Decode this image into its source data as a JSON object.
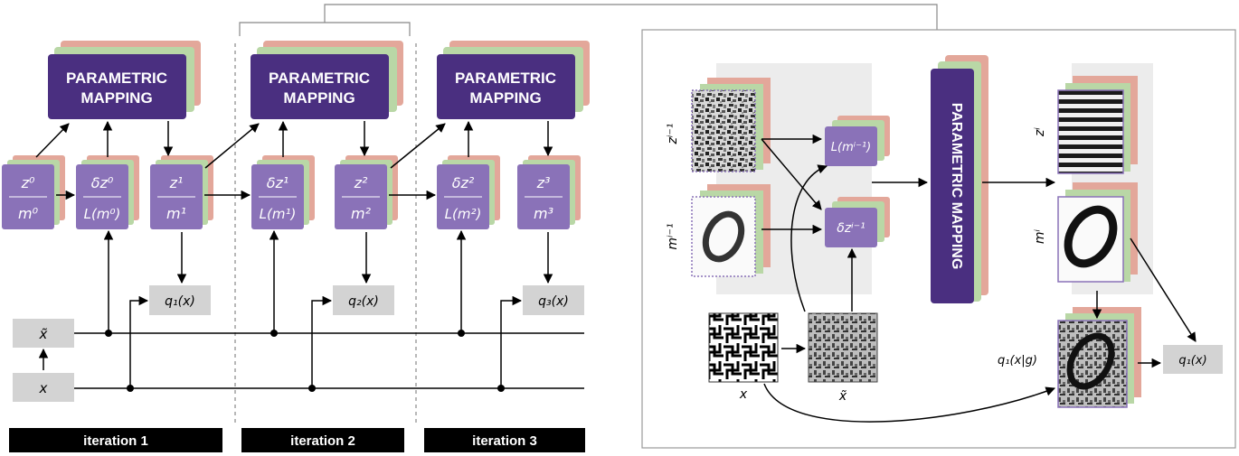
{
  "colors": {
    "purple_dark": "#4a2f80",
    "purple_light": "#8a72b8",
    "green_layer": "#b9d7a6",
    "red_layer": "#e3a79a",
    "gray_box": "#d3d3d3",
    "black_bar": "#000000",
    "panel_border": "#999999",
    "panel_bg": "#ececec"
  },
  "left": {
    "mapping_label_1": "PARAMETRIC",
    "mapping_label_2": "MAPPING",
    "cards": {
      "z0": "z⁰",
      "m0": "m⁰",
      "dz0": "δz⁰",
      "Lm0": "L(m⁰)",
      "z1": "z¹",
      "m1": "m¹",
      "dz1": "δz¹",
      "Lm1": "L(m¹)",
      "z2": "z²",
      "m2": "m²",
      "dz2": "δz²",
      "Lm2": "L(m²)",
      "z3": "z³",
      "m3": "m³"
    },
    "outputs": {
      "q1": "q₁(x)",
      "q2": "q₂(x)",
      "q3": "q₃(x)"
    },
    "inputs": {
      "xtilde": "x̃",
      "x": "x"
    },
    "iterations": [
      "iteration 1",
      "iteration 2",
      "iteration 3"
    ]
  },
  "right": {
    "z_prev": "zⁱ⁻¹",
    "m_prev": "mⁱ⁻¹",
    "L_m": "L(mⁱ⁻¹)",
    "dz": "δzⁱ⁻¹",
    "mapping": "PARAMETRIC MAPPING",
    "z_i": "zⁱ",
    "m_i": "mⁱ",
    "x": "x",
    "xtilde": "x̃",
    "q_cond": "q₁(x|g)",
    "q_out": "q₁(x)"
  }
}
